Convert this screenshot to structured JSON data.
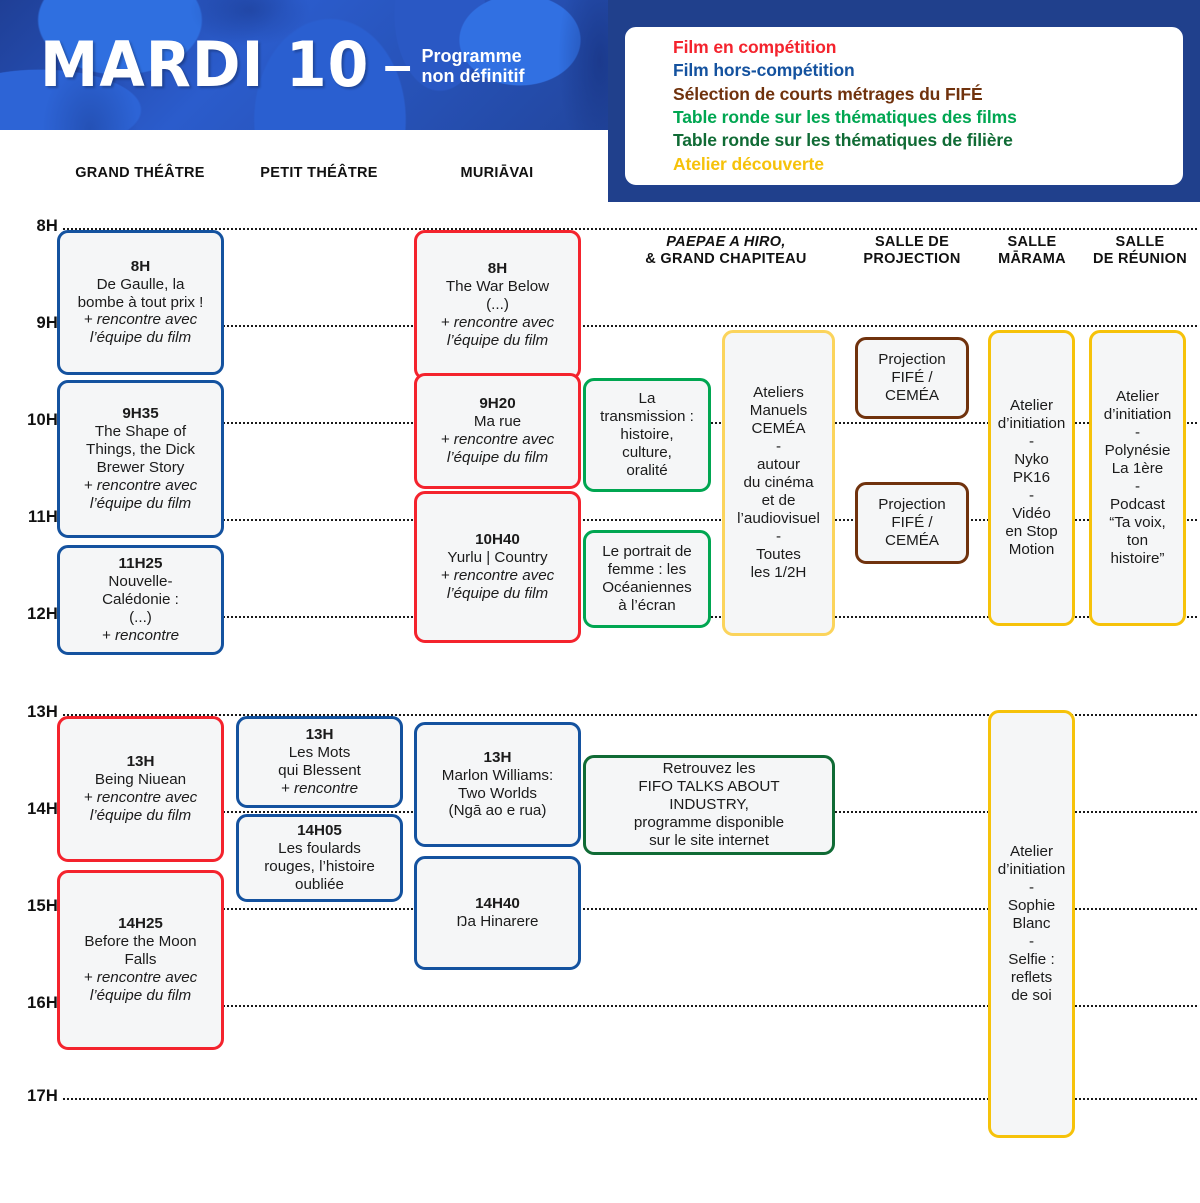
{
  "header": {
    "day_title": "MARDI 10",
    "dash": "–",
    "subtitle_line1": "Programme",
    "subtitle_line2": "non définitif"
  },
  "legend": {
    "items": [
      {
        "label": "Film en compétition",
        "color": "#f4232d"
      },
      {
        "label": "Film hors-compétition",
        "color": "#14529f"
      },
      {
        "label": "Sélection de courts métrages du FIFÉ",
        "color": "#70320d"
      },
      {
        "label": "Table ronde sur les thématiques des films",
        "color": "#00a651"
      },
      {
        "label": "Table ronde sur les thématiques de filière",
        "color": "#106b35"
      },
      {
        "label": "Atelier découverte",
        "color": "#f6c20a"
      }
    ]
  },
  "columns": [
    {
      "id": "grand-theatre",
      "label": "GRAND THÉÂTRE"
    },
    {
      "id": "petit-theatre",
      "label": "PETIT THÉÂTRE"
    },
    {
      "id": "muriavai",
      "label": "MURIĀVAI"
    },
    {
      "id": "paepae-a-hiro",
      "label_line1": "PAEPAE A HIRO,",
      "label_line2": "& GRAND CHAPITEAU"
    },
    {
      "id": "salle-de-projection",
      "label_line1": "SALLE DE",
      "label_line2": "PROJECTION"
    },
    {
      "id": "salle-marama",
      "label_line1": "SALLE",
      "label_line2": "MĀRAMA"
    },
    {
      "id": "salle-de-reunion",
      "label_line1": "SALLE",
      "label_line2": "DE RÉUNION"
    }
  ],
  "time_labels": [
    "8H",
    "9H",
    "10H",
    "11H",
    "12H",
    "13H",
    "14H",
    "15H",
    "16H",
    "17H"
  ],
  "events": {
    "gt_8h": {
      "time": "8H",
      "l1": "De Gaulle, la",
      "l2": "bombe à tout prix !",
      "note1": "+ rencontre avec",
      "note2": "l’équipe du film"
    },
    "gt_9h35": {
      "time": "9H35",
      "l1": "The Shape of",
      "l2": "Things, the Dick",
      "l3": "Brewer Story",
      "note1": "+ rencontre avec",
      "note2": "l’équipe du film"
    },
    "gt_11h25": {
      "time": "11H25",
      "l1": "Nouvelle-",
      "l2": "Calédonie :",
      "l3": "(...)",
      "note1": "+ rencontre"
    },
    "mu_8h": {
      "time": "8H",
      "l1": "The War Below",
      "l2": "(...)",
      "note1": "+ rencontre avec",
      "note2": "l’équipe du film"
    },
    "mu_9h20": {
      "time": "9H20",
      "l1": "Ma rue",
      "note1": "+ rencontre avec",
      "note2": "l’équipe du film"
    },
    "mu_10h40": {
      "time": "10H40",
      "l1": "Yurlu | Country",
      "note1": "+ rencontre avec",
      "note2": "l’équipe du film"
    },
    "tr_transmission": {
      "l1": "La",
      "l2": "transmission :",
      "l3": "histoire,",
      "l4": "culture,",
      "l5": "oralité"
    },
    "tr_portrait": {
      "l1": "Le portrait de",
      "l2": "femme : les",
      "l3": "Océaniennes",
      "l4": "à l’écran"
    },
    "ateliers_manuels": {
      "l1": "Ateliers",
      "l2": "Manuels",
      "l3": "CEMÉA",
      "l4": "-",
      "l5": "autour",
      "l6": "du cinéma",
      "l7": "et de",
      "l8": "l’audiovisuel",
      "l9": "-",
      "l10": "Toutes",
      "l11": "les 1/2H"
    },
    "proj_fife_1": {
      "l1": "Projection",
      "l2": "FIFÉ /",
      "l3": "CEMÉA"
    },
    "proj_fife_2": {
      "l1": "Projection",
      "l2": "FIFÉ /",
      "l3": "CEMÉA"
    },
    "atelier_nyko": {
      "l1": "Atelier",
      "l2": "d’initiation",
      "l3": "-",
      "l4": "Nyko PK16",
      "l5": "-",
      "l6": "Vidéo",
      "l7": "en Stop",
      "l8": "Motion"
    },
    "atelier_polynesie": {
      "l1": "Atelier",
      "l2": "d’initiation",
      "l3": "-",
      "l4": "Polynésie",
      "l5": "La 1ère",
      "l6": "-",
      "l7": "Podcast",
      "l8": "“Ta voix,",
      "l9": "ton",
      "l10": "histoire”"
    },
    "gt_13h": {
      "time": "13H",
      "l1": "Being Niuean",
      "note1": "+ rencontre avec",
      "note2": "l’équipe du film"
    },
    "gt_14h25": {
      "time": "14H25",
      "l1": "Before the Moon",
      "l2": "Falls",
      "note1": "+ rencontre avec",
      "note2": "l’équipe du film"
    },
    "pt_13h": {
      "time": "13H",
      "l1": "Les Mots",
      "l2": "qui Blessent",
      "note1": "+ rencontre"
    },
    "pt_14h05": {
      "time": "14H05",
      "l1": "Les foulards",
      "l2": "rouges, l’histoire",
      "l3": "oubliée"
    },
    "mu_13h": {
      "time": "13H",
      "l1": "Marlon Williams:",
      "l2": "Two Worlds",
      "l3": "(Ngā ao e rua)"
    },
    "mu_14h40": {
      "time": "14H40",
      "l1": "Ŋa Hinarere"
    },
    "fifo_talks": {
      "l1": "Retrouvez les",
      "l2": "FIFO TALKS ABOUT",
      "l3": "INDUSTRY,",
      "l4": "programme disponible",
      "l5": "sur le site internet"
    },
    "atelier_sophie": {
      "l1": "Atelier",
      "l2": "d’initiation",
      "l3": "-",
      "l4": "Sophie",
      "l5": "Blanc",
      "l6": "-",
      "l7": "Selfie :",
      "l8": "reflets",
      "l9": "de soi"
    }
  }
}
